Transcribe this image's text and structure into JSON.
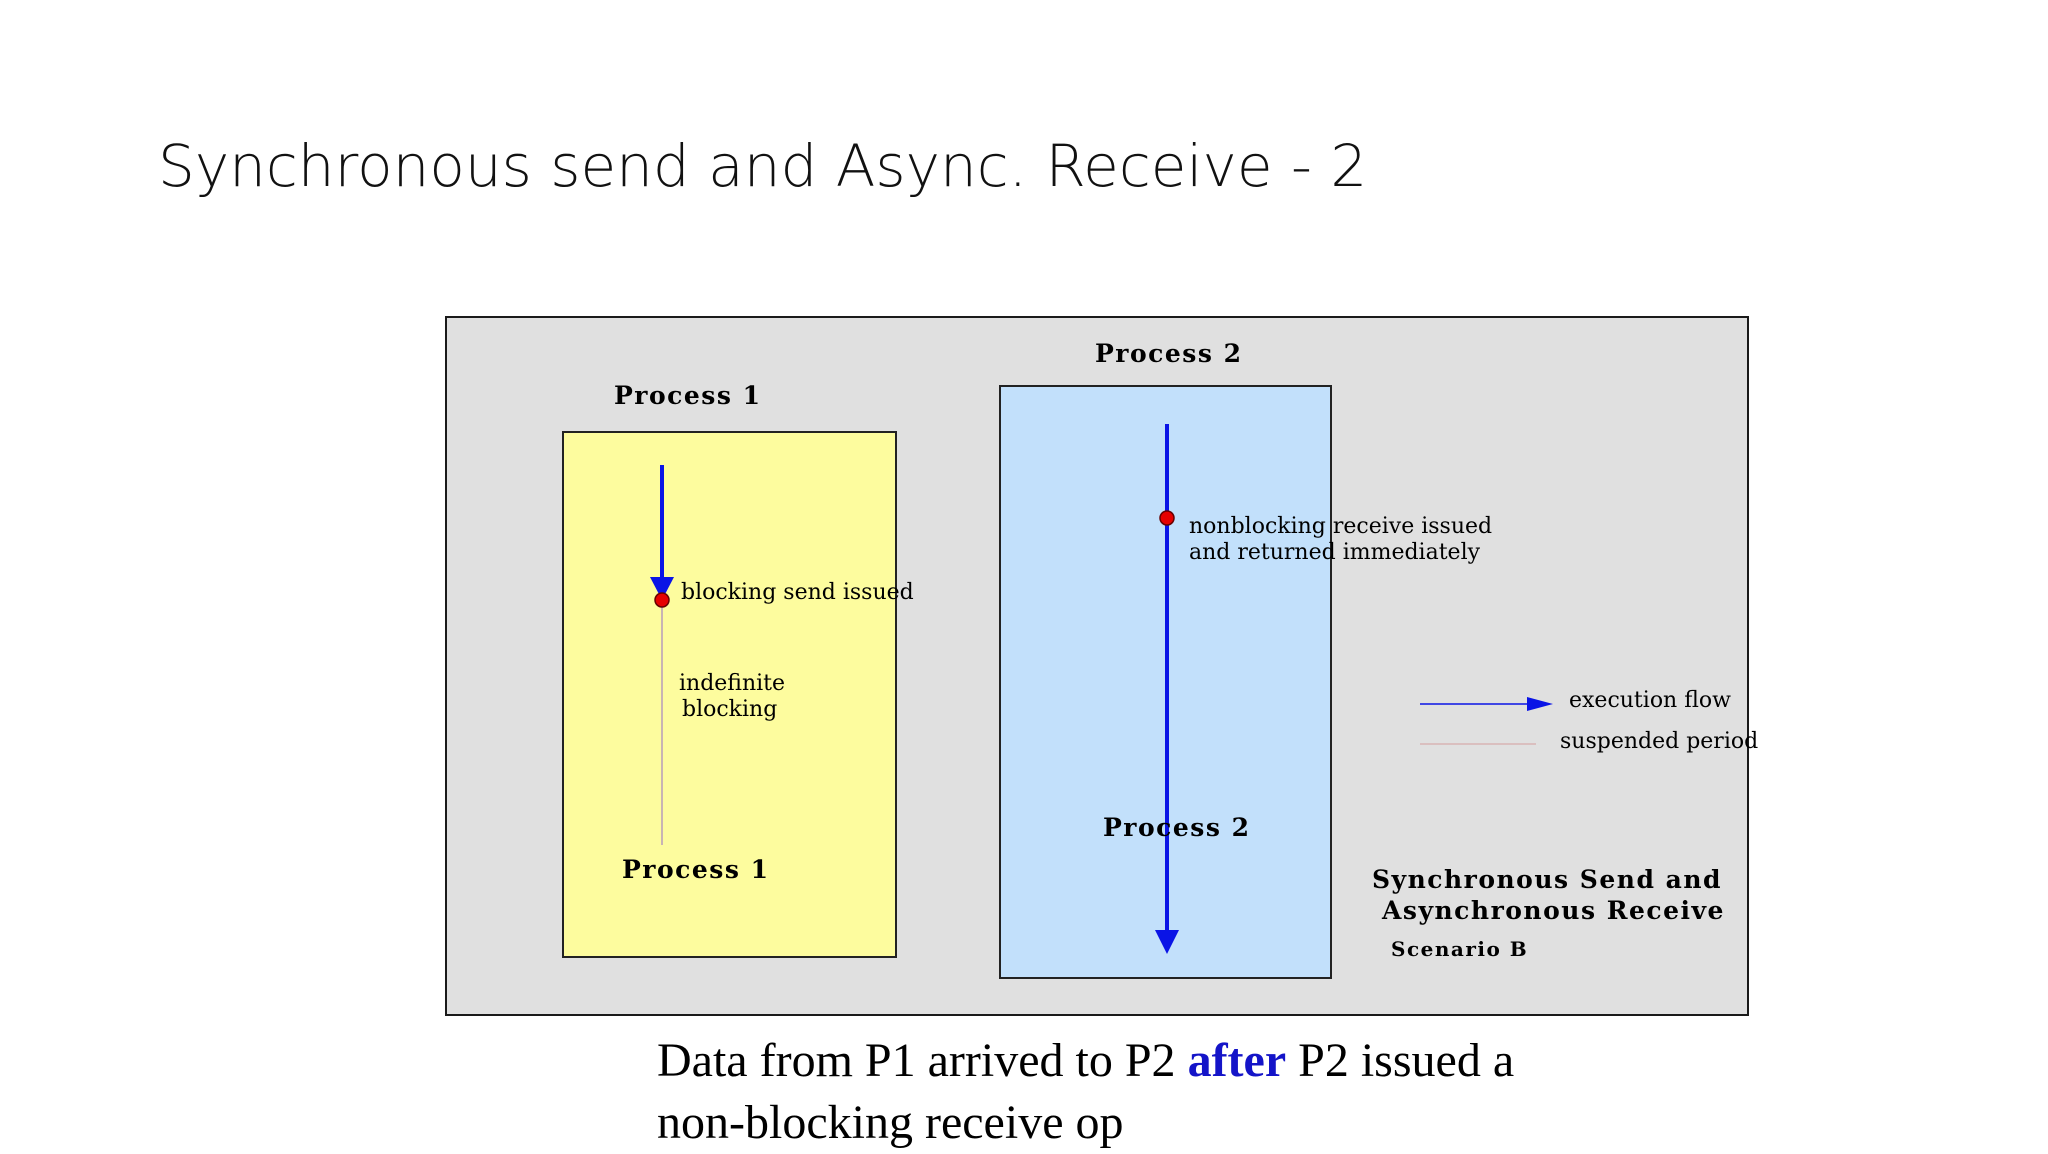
{
  "title": "Synchronous send and Async. Receive - 2",
  "diagram": {
    "process1": {
      "top_label": "Process 1",
      "bottom_label": "Process 1",
      "event_label": "blocking send issued",
      "blocking_label_line1": "indefinite",
      "blocking_label_line2": "blocking",
      "fill": "#fdfc9e"
    },
    "process2": {
      "top_label": "Process 2",
      "bottom_label": "Process 2",
      "event_label_line1": "nonblocking receive issued",
      "event_label_line2": "and returned immediately",
      "fill": "#c2e0fb"
    },
    "legend": {
      "execution_flow": "execution flow",
      "suspended_period": "suspended period"
    },
    "caption_title_line1": "Synchronous Send and",
    "caption_title_line2": "Asynchronous Receive",
    "scenario": "Scenario B",
    "colors": {
      "arrow": "#0a14e6",
      "event_dot": "#e60000",
      "suspended_line": "#c8b4b4",
      "background": "#e0e0e0"
    }
  },
  "caption": {
    "line1_before": "Data from P1 arrived to P2 ",
    "line1_emph": "after",
    "line1_after": " P2 issued a",
    "line2": "non-blocking receive op"
  }
}
